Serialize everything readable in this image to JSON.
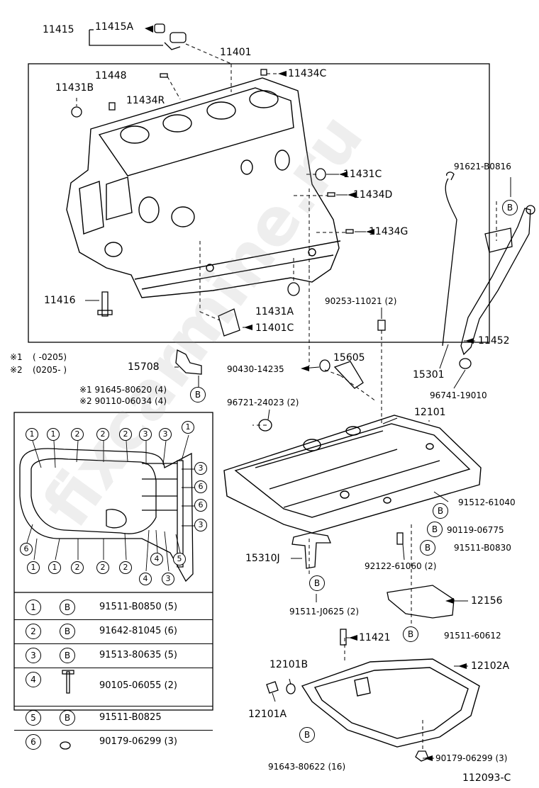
{
  "watermark": "fixcarmine.ru",
  "diagram_id": "112093-C",
  "notes": {
    "note1_mark": "※1",
    "note1_range": "( -0205)",
    "note2_mark": "※2",
    "note2_range": "(0205- )"
  },
  "callouts": {
    "c11415": "11415",
    "c11415A": "11415A",
    "c11401": "11401",
    "c11448": "11448",
    "c11434C": "11434C",
    "c11431B": "11431B",
    "c11434R": "11434R",
    "c11431C": "11431C",
    "c11434D": "11434D",
    "c11434G": "11434G",
    "c91621": "91621-B0816",
    "c11416": "11416",
    "c11431A": "11431A",
    "c11401C": "11401C",
    "c90253": "90253-11021 (2)",
    "c11452": "11452",
    "c15708": "15708",
    "c90430": "90430-14235",
    "c15605": "15605",
    "c15301": "15301",
    "c96741": "96741-19010",
    "c91645": "※1 91645-80620 (4)",
    "c90110": "※2 90110-06034 (4)",
    "c96721": "96721-24023 (2)",
    "c12101": "12101",
    "c91512": "91512-61040",
    "c90119": "90119-06775",
    "c91511B0830": "91511-B0830",
    "c15310J": "15310J",
    "c92122": "92122-61060 (2)",
    "c91511J": "91511-J0625 (2)",
    "c12156": "12156",
    "c91511_60612": "91511-60612",
    "c11421": "11421",
    "c12101B": "12101B",
    "c12102A": "12102A",
    "c12101A": "12101A",
    "c91643": "91643-80622 (16)",
    "c90179b": "90179-06299 (3)"
  },
  "b_mark": "B",
  "legend": [
    {
      "num": "1",
      "b": "B",
      "code": "91511-B0850 (5)"
    },
    {
      "num": "2",
      "b": "B",
      "code": "91642-81045 (6)"
    },
    {
      "num": "3",
      "b": "B",
      "code": "91513-80635 (5)"
    },
    {
      "num": "4",
      "b": "",
      "code": "90105-06055 (2)"
    },
    {
      "num": "5",
      "b": "B",
      "code": "91511-B0825"
    },
    {
      "num": "6",
      "b": "",
      "code": "90179-06299 (3)"
    }
  ],
  "pan_numbers": {
    "top": [
      "1",
      "1",
      "2",
      "2",
      "2",
      "3",
      "3",
      "1"
    ],
    "right": [
      "3",
      "6",
      "6",
      "3"
    ],
    "bottom": [
      "6",
      "1",
      "1",
      "2",
      "2",
      "2",
      "4",
      "4",
      "3",
      "5"
    ]
  }
}
